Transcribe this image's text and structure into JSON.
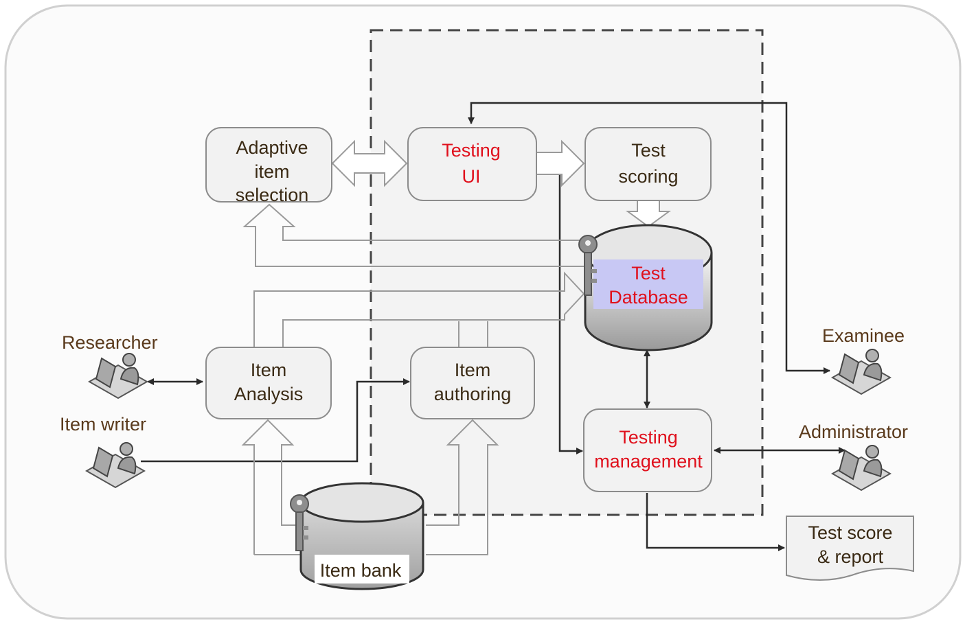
{
  "colors": {
    "dark_text": "#3a2a14",
    "red_text": "#e0101c",
    "actor_text": "#5a3a1c",
    "box_fill": "#f2f2f2",
    "box_stroke": "#8c8c8c",
    "db_highlight": "#c8c8f4",
    "line": "#2a2a2a",
    "hollow_arrow": "#9a9a9a"
  },
  "nodes": {
    "adaptive": {
      "line1": "Adaptive",
      "line2": "item",
      "line3": "selection"
    },
    "testing_ui": {
      "line1": "Testing",
      "line2": "UI"
    },
    "test_scoring": {
      "line1": "Test",
      "line2": "scoring"
    },
    "test_db": {
      "line1": "Test",
      "line2": "Database"
    },
    "item_analysis": {
      "line1": "Item",
      "line2": "Analysis"
    },
    "item_authoring": {
      "line1": "Item",
      "line2": "authoring"
    },
    "testing_mgmt": {
      "line1": "Testing",
      "line2": "management"
    },
    "item_bank": {
      "label": "Item bank"
    },
    "report": {
      "line1": "Test score",
      "line2": "& report"
    }
  },
  "actors": {
    "researcher": "Researcher",
    "item_writer": "Item writer",
    "examinee": "Examinee",
    "administrator": "Administrator"
  },
  "icons": {
    "actor": "person-at-computer-icon",
    "key": "key-icon"
  }
}
